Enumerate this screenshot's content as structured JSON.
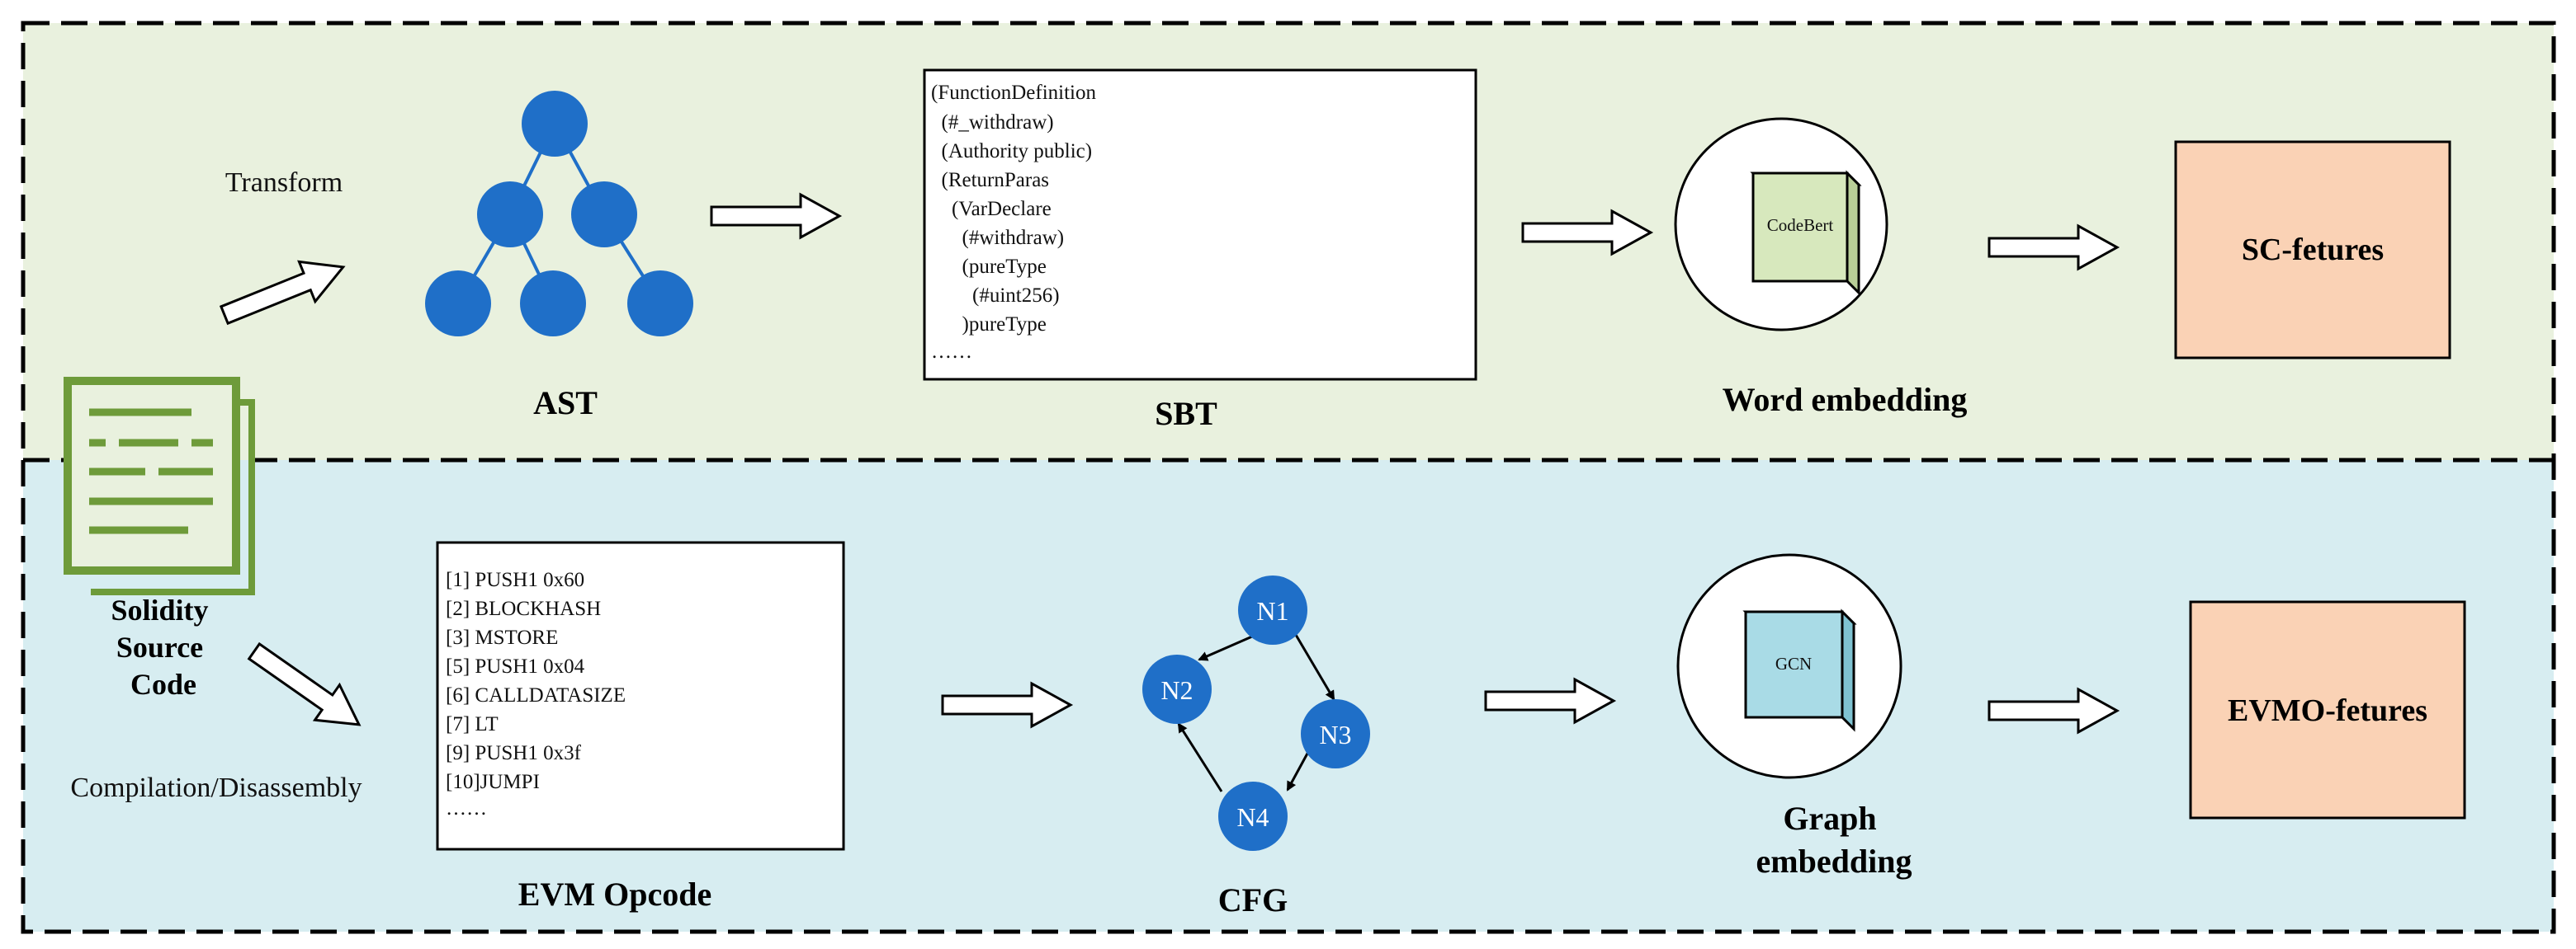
{
  "source": {
    "label_lines": [
      "Solidity",
      "Source",
      "Code"
    ],
    "icon": "document-icon"
  },
  "top": {
    "transform_label": "Transform",
    "ast_label": "AST",
    "sbt_label": "SBT",
    "sbt_lines": [
      "(FunctionDefinition",
      "  (#_withdraw)",
      "  (Authority public)",
      "  (ReturnParas",
      "    (VarDeclare",
      "      (#withdraw)",
      "      (pureType",
      "        (#uint256)",
      "      )pureType",
      "……"
    ],
    "embedding_box": "CodeBert",
    "embedding_label": "Word embedding",
    "features_label": "SC-fetures"
  },
  "bottom": {
    "compile_label": "Compilation/Disassembly",
    "opcode_label": "EVM Opcode",
    "opcode_lines": [
      "[1] PUSH1 0x60",
      "[2] BLOCKHASH",
      "[3] MSTORE",
      "[5] PUSH1 0x04",
      "[6] CALLDATASIZE",
      "[7] LT",
      "[9] PUSH1 0x3f",
      "[10]JUMPI",
      "……"
    ],
    "cfg_label": "CFG",
    "cfg_nodes": [
      "N1",
      "N2",
      "N3",
      "N4"
    ],
    "embedding_box": "GCN",
    "embedding_label_lines": [
      "Graph",
      "embedding"
    ],
    "features_label": "EVMO-fetures"
  },
  "colors": {
    "top_bg": "#e9f1de",
    "bottom_bg": "#d7edf1",
    "node_blue": "#1f6fc8",
    "doc_green": "#6e9b3a",
    "codebert_face": "#d7e8bd",
    "gcn_face": "#a9dbe6",
    "feature_box": "#fad2b5"
  }
}
